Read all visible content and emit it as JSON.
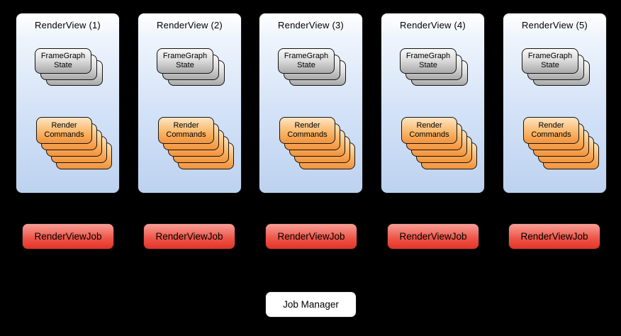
{
  "panels": [
    {
      "title": "RenderView (1)"
    },
    {
      "title": "RenderView (2)"
    },
    {
      "title": "RenderView (3)"
    },
    {
      "title": "RenderView (4)"
    },
    {
      "title": "RenderView (5)"
    }
  ],
  "stacks": {
    "framegraph": {
      "label": "FrameGraph State",
      "card_count": 3
    },
    "render_commands": {
      "label": "Render Commands",
      "card_count": 5
    }
  },
  "jobs": [
    {
      "label": "RenderViewJob"
    },
    {
      "label": "RenderViewJob"
    },
    {
      "label": "RenderViewJob"
    },
    {
      "label": "RenderViewJob"
    },
    {
      "label": "RenderViewJob"
    }
  ],
  "job_manager": {
    "label": "Job Manager"
  },
  "colors": {
    "background": "#000000",
    "panel_top": "#ffffff",
    "panel_bottom": "#bdd2f0",
    "gray_card_top": "#f8f8f8",
    "gray_card_bottom": "#a9a9a9",
    "orange_card_top": "#fde5c4",
    "orange_card_bottom": "#f3923a",
    "job_top": "#f79f97",
    "job_bottom": "#e43227",
    "job_manager_bg": "#ffffff",
    "border": "#141414"
  }
}
